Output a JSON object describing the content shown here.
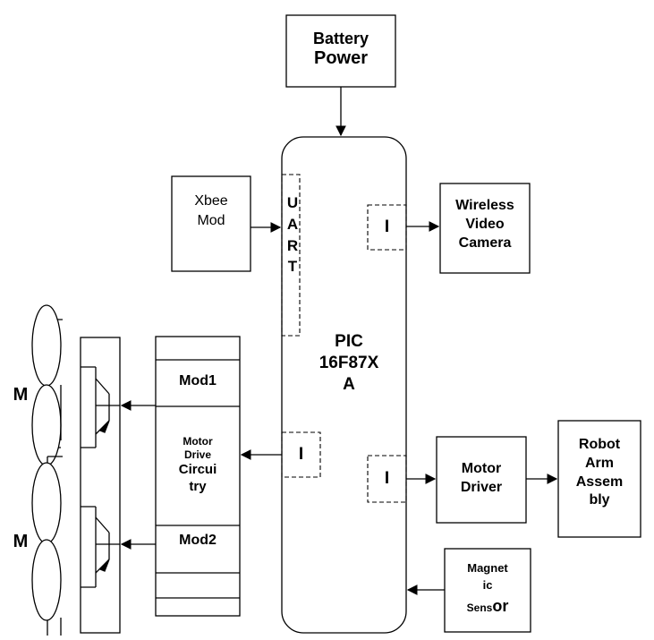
{
  "battery": {
    "line1": "Battery",
    "line2": "Power"
  },
  "xbee": {
    "line1": "Xbee",
    "line2": "Mod"
  },
  "uart": [
    "U",
    "A",
    "R",
    "T"
  ],
  "pic": {
    "line1": "PIC",
    "line2": "16F87X",
    "line3": "A"
  },
  "io_label": "I",
  "camera": {
    "line1": "Wireless",
    "line2": "Video",
    "line3": "Camera"
  },
  "motor_drive": {
    "top_module": "Mod1",
    "line1": "Motor",
    "line2": "Drive",
    "line3": "Circui",
    "line4": "try",
    "bottom_module": "Mod2"
  },
  "motor_driver": {
    "line1": "Motor",
    "line2": "Driver"
  },
  "robot_arm": {
    "line1": "Robot",
    "line2": "Arm",
    "line3": "Assem",
    "line4": "bly"
  },
  "magnetic_sensor": {
    "line1": "Magnet",
    "line2": "ic",
    "line3a": "Sens",
    "line3b": "or"
  },
  "motor_label": "M"
}
